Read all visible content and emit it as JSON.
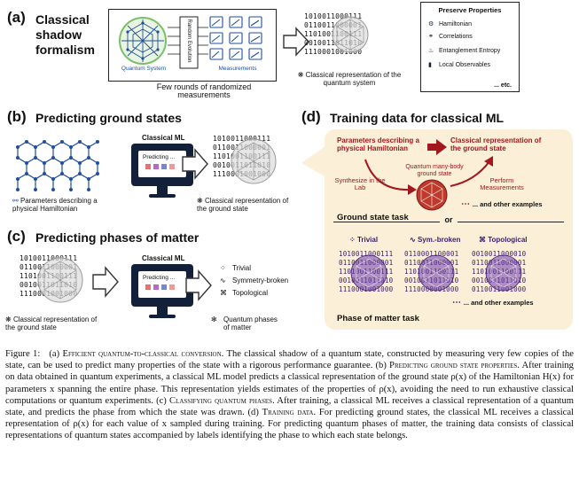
{
  "panel_a": {
    "letter": "(a)",
    "title": "Classical shadow formalism",
    "quantum_system_label": "Quantum System",
    "random_evolution_label": "Random Evolution",
    "measurements_label": "Measurements",
    "bitstrings": [
      "1010011000111",
      "0110011000001",
      "1101001100111",
      "0010011011010",
      "1110001001000"
    ],
    "subtitle": "Few rounds of randomized measurements",
    "classical_rep_label": "Classical representation of the quantum system",
    "preserve": {
      "title": "Preserve Properties",
      "items": [
        "Hamiltonian",
        "Correlations",
        "Entanglement Entropy",
        "Local Observables"
      ],
      "etc": "... etc."
    }
  },
  "panel_b": {
    "letter": "(b)",
    "title": "Predicting ground states",
    "monitor_label": "Classical ML",
    "screen_text": "Predicting ...",
    "params_label": "Parameters describing a physical Hamiltonian",
    "bitstrings": [
      "1010011000111",
      "0110011000001",
      "1101001100111",
      "0010011011010",
      "1110001001000"
    ],
    "out_label": "Classical representation of the ground state"
  },
  "panel_c": {
    "letter": "(c)",
    "title": "Predicting phases of matter",
    "monitor_label": "Classical ML",
    "screen_text": "Predicting ...",
    "bitstrings": [
      "1010011000111",
      "0110011000001",
      "1101001100111",
      "0010011011010",
      "1110001001000"
    ],
    "in_label": "Classical representation of the ground state",
    "phases": [
      "Trivial",
      "Symmetry-broken",
      "Topological"
    ],
    "quantum_phases_label": "Quantum phases of matter"
  },
  "panel_d": {
    "letter": "(d)",
    "title": "Training data for classical ML",
    "params_label": "Parameters describing a physical Hamiltonian",
    "rep_label": "Classical representation of the ground state",
    "many_body_label": "Quantum many-body ground state",
    "synthesize_label": "Synthesize in the Lab",
    "perform_label": "Perform Measurements",
    "other_examples_1": "... and other examples",
    "ground_state_task": "Ground state task",
    "or_label": "or",
    "phase_labels": [
      "Trivial",
      "Sym.-broken",
      "Topological"
    ],
    "bitstring_cols": [
      [
        "1010011000111",
        "0110011000001",
        "1101001100111",
        "0010011011010",
        "1110001001000"
      ],
      [
        "0110001100001",
        "0110011000001",
        "1101001100111",
        "0010011011010",
        "1110000001000"
      ],
      [
        "0010011000010",
        "0110011000001",
        "1101001100111",
        "0010011011010",
        "0110011001000"
      ]
    ],
    "other_examples_2": "... and other examples",
    "phase_task": "Phase of matter task"
  },
  "caption": {
    "fig_label": "Figure 1:",
    "a_label": "(a)",
    "a_title": "Efficient quantum-to-classical conversion.",
    "a_text": "The classical shadow of a quantum state, constructed by measuring very few copies of the state, can be used to predict many properties of the state with a rigorous performance guarantee.",
    "b_label": "(b)",
    "b_title": "Predicting ground state properties.",
    "b_text": "After training on data obtained in quantum experiments, a classical ML model predicts a classical representation of the ground state ρ(x) of the Hamiltonian H(x) for parameters x spanning the entire phase. This representation yields estimates of the properties of ρ(x), avoiding the need to run exhaustive classical computations or quantum experiments.",
    "c_label": "(c)",
    "c_title": "Classifying quantum phases.",
    "c_text": "After training, a classical ML receives a classical representation of a quantum state, and predicts the phase from which the state was drawn.",
    "d_label": "(d)",
    "d_title": "Training data.",
    "d_text": "For predicting ground states, the classical ML receives a classical representation of ρ(x) for each value of x sampled during training. For predicting quantum phases of matter, the training data consists of classical representations of quantum states accompanied by labels identifying the phase to which each state belongs."
  },
  "colors": {
    "accent_red": "#a3171f",
    "accent_blue": "#1f4f9c",
    "accent_purple": "#3b1c6e",
    "panel_d_bg": "#fbf0d7",
    "monitor": "#12203a"
  }
}
